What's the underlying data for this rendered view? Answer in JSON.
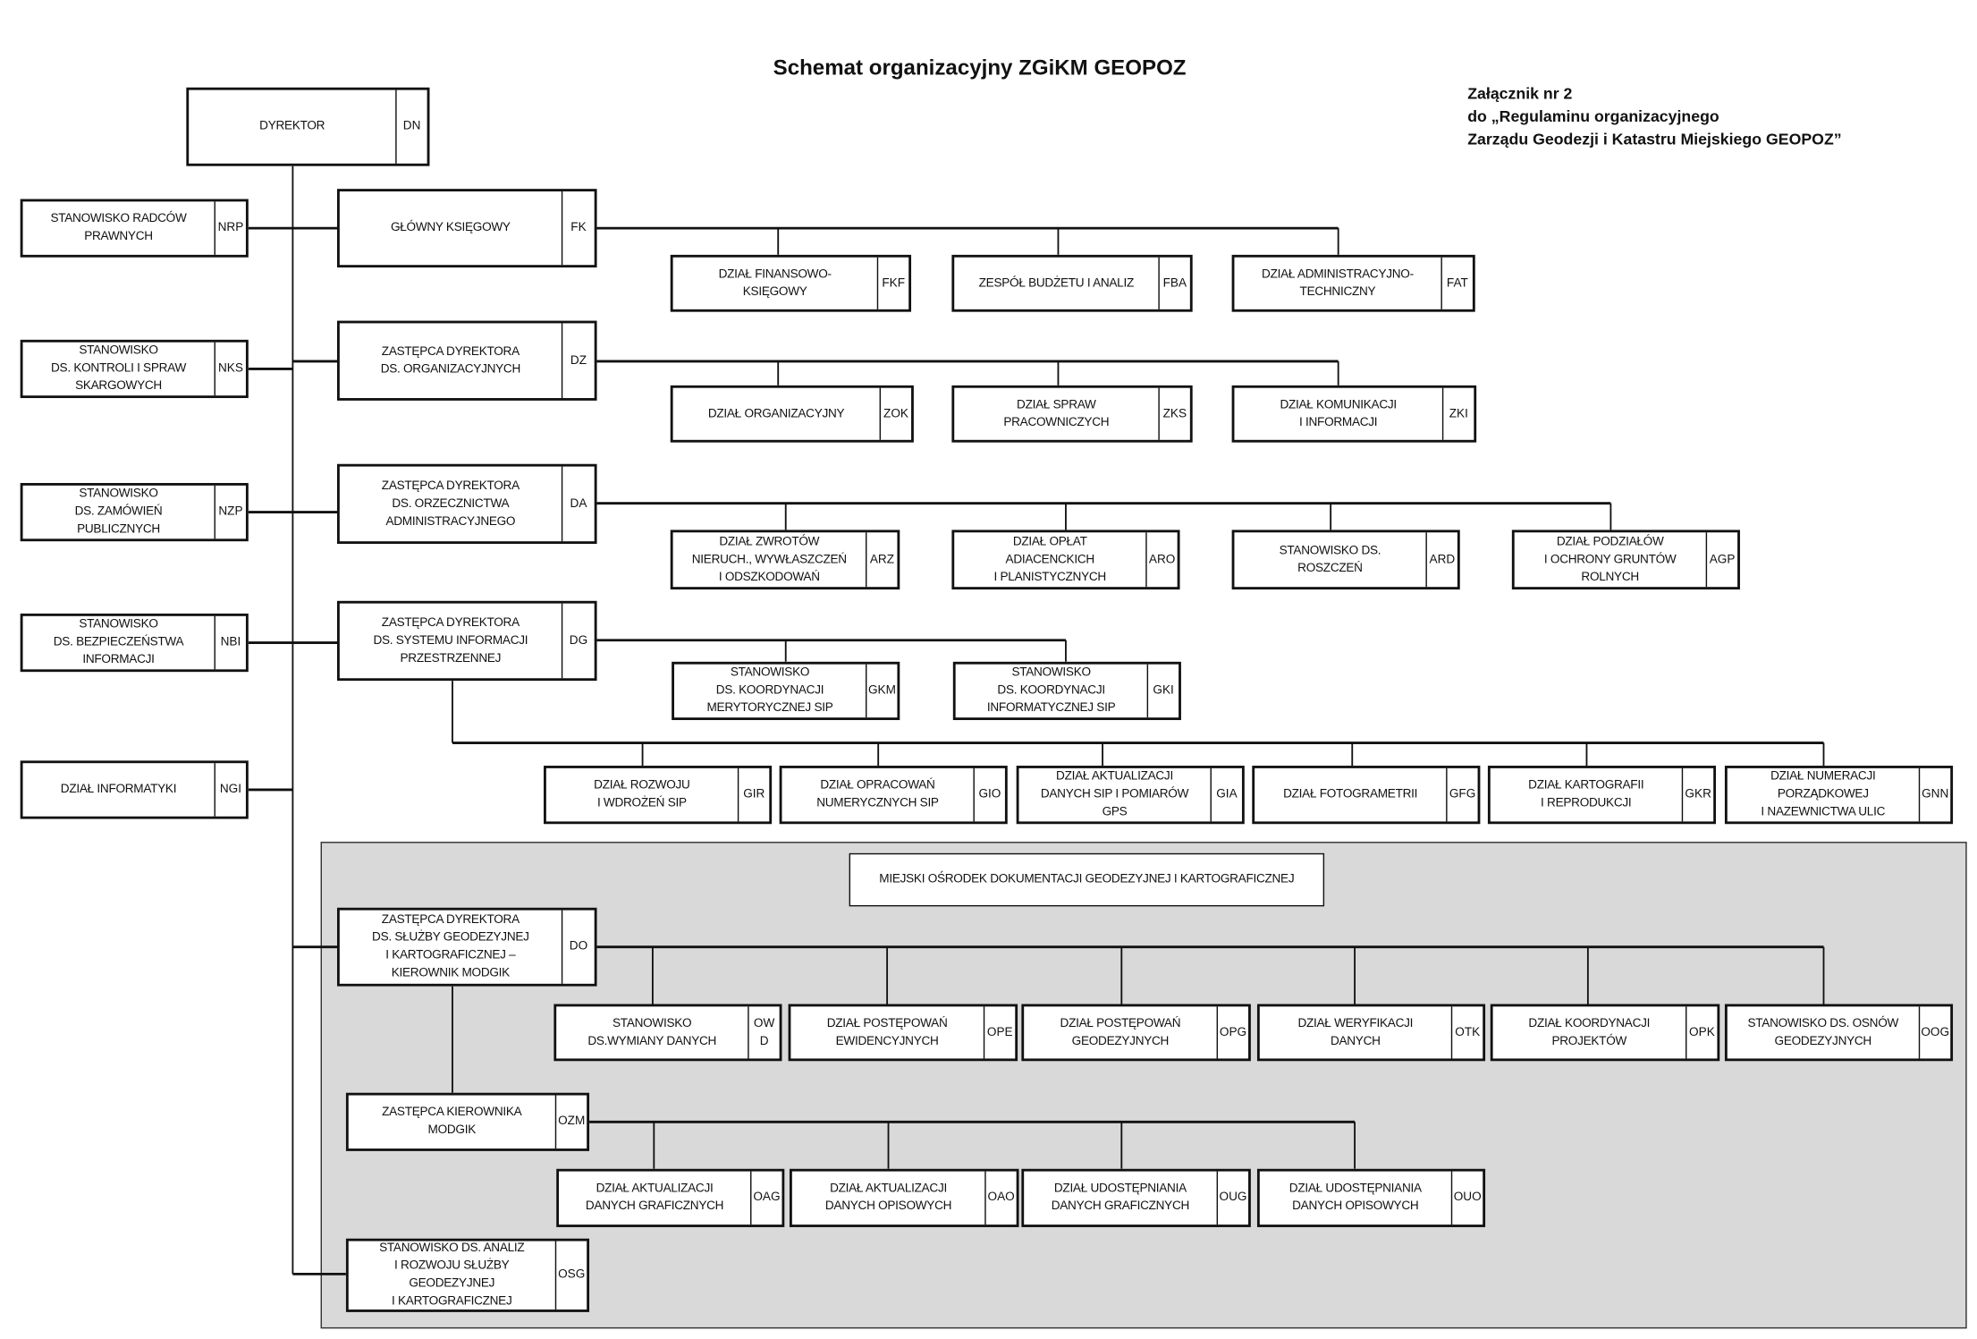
{
  "title": "Schemat organizacyjny ZGiKM GEOPOZ",
  "annex": {
    "line1": "Załącznik nr 2",
    "line2": "do „Regulaminu organizacyjnego",
    "line3": "Zarządu Geodezji i Katastru Miejskiego GEOPOZ”"
  },
  "units": {
    "dn": {
      "name": "DYREKTOR",
      "code": "DN"
    },
    "nrp": {
      "name": "STANOWISKO RADCÓW\nPRAWNYCH",
      "code": "NRP"
    },
    "nks": {
      "name": "STANOWISKO\nDS. KONTROLI I SPRAW\nSKARGOWYCH",
      "code": "NKS"
    },
    "nzp": {
      "name": "STANOWISKO\nDS. ZAMÓWIEŃ\nPUBLICZNYCH",
      "code": "NZP"
    },
    "nbi": {
      "name": "STANOWISKO\nDS. BEZPIECZEŃSTWA\nINFORMACJI",
      "code": "NBI"
    },
    "ngi": {
      "name": "DZIAŁ INFORMATYKI",
      "code": "NGI"
    },
    "fk": {
      "name": "GŁÓWNY KSIĘGOWY",
      "code": "FK"
    },
    "dz": {
      "name": "ZASTĘPCA DYREKTORA\nDS. ORGANIZACYJNYCH",
      "code": "DZ"
    },
    "da": {
      "name": "ZASTĘPCA DYREKTORA\nDS. ORZECZNICTWA\nADMINISTRACYJNEGO",
      "code": "DA"
    },
    "dg": {
      "name": "ZASTĘPCA DYREKTORA\nDS. SYSTEMU INFORMACJI\nPRZESTRZENNEJ",
      "code": "DG"
    },
    "do": {
      "name": "ZASTĘPCA DYREKTORA\nDS. SŁUŻBY GEODEZYJNEJ\nI KARTOGRAFICZNEJ –\nKIEROWNIK MODGIK",
      "code": "DO"
    },
    "ozm": {
      "name": "ZASTĘPCA KIEROWNIKA\nMODGIK",
      "code": "OZM"
    },
    "osg": {
      "name": "STANOWISKO DS. ANALIZ\nI ROZWOJU SŁUŻBY\nGEODEZYJNEJ\nI KARTOGRAFICZNEJ",
      "code": "OSG"
    },
    "fkf": {
      "name": "DZIAŁ FINANSOWO-\nKSIĘGOWY",
      "code": "FKF"
    },
    "fba": {
      "name": "ZESPÓŁ BUDŻETU I ANALIZ",
      "code": "FBA"
    },
    "fat": {
      "name": "DZIAŁ ADMINISTRACYJNO-\nTECHNICZNY",
      "code": "FAT"
    },
    "zok": {
      "name": "DZIAŁ ORGANIZACYJNY",
      "code": "ZOK"
    },
    "zks": {
      "name": "DZIAŁ SPRAW\nPRACOWNICZYCH",
      "code": "ZKS"
    },
    "zki": {
      "name": "DZIAŁ KOMUNIKACJI\nI INFORMACJI",
      "code": "ZKI"
    },
    "arz": {
      "name": "DZIAŁ ZWROTÓW\nNIERUCH., WYWŁASZCZEŃ\nI ODSZKODOWAŃ",
      "code": "ARZ"
    },
    "aro": {
      "name": "DZIAŁ OPŁAT\nADIACENCKICH\nI PLANISTYCZNYCH",
      "code": "ARO"
    },
    "ard": {
      "name": "STANOWISKO DS.\nROSZCZEŃ",
      "code": "ARD"
    },
    "agp": {
      "name": "DZIAŁ PODZIAŁÓW\nI OCHRONY GRUNTÓW\nROLNYCH",
      "code": "AGP"
    },
    "gkm": {
      "name": "STANOWISKO\nDS. KOORDYNACJI\nMERYTORYCZNEJ SIP",
      "code": "GKM"
    },
    "gki": {
      "name": "STANOWISKO\nDS. KOORDYNACJI\nINFORMATYCZNEJ SIP",
      "code": "GKI"
    },
    "gir": {
      "name": "DZIAŁ ROZWOJU\nI WDROŻEŃ SIP",
      "code": "GIR"
    },
    "gio": {
      "name": "DZIAŁ OPRACOWAŃ\nNUMERYCZNYCH SIP",
      "code": "GIO"
    },
    "gia": {
      "name": "DZIAŁ AKTUALIZACJI\nDANYCH SIP I POMIARÓW\nGPS",
      "code": "GIA"
    },
    "gfg": {
      "name": "DZIAŁ FOTOGRAMETRII",
      "code": "GFG"
    },
    "gkr": {
      "name": "DZIAŁ KARTOGRAFII\nI REPRODUKCJI",
      "code": "GKR"
    },
    "gnn": {
      "name": "DZIAŁ NUMERACJI\nPORZĄDKOWEJ\nI NAZEWNICTWA ULIC",
      "code": "GNN"
    },
    "owd": {
      "name": "STANOWISKO\nDS.WYMIANY DANYCH",
      "code": "OW\nD"
    },
    "ope": {
      "name": "DZIAŁ POSTĘPOWAŃ\nEWIDENCYJNYCH",
      "code": "OPE"
    },
    "opg": {
      "name": "DZIAŁ POSTĘPOWAŃ\nGEODEZYJNYCH",
      "code": "OPG"
    },
    "otk": {
      "name": "DZIAŁ WERYFIKACJI\nDANYCH",
      "code": "OTK"
    },
    "opk": {
      "name": "DZIAŁ KOORDYNACJI\nPROJEKTÓW",
      "code": "OPK"
    },
    "oog": {
      "name": "STANOWISKO DS. OSNÓW\nGEODEZYJNYCH",
      "code": "OOG"
    },
    "oag": {
      "name": "DZIAŁ AKTUALIZACJI\nDANYCH GRAFICZNYCH",
      "code": "OAG"
    },
    "oao": {
      "name": "DZIAŁ AKTUALIZACJI\nDANYCH OPISOWYCH",
      "code": "OAO"
    },
    "oug": {
      "name": "DZIAŁ UDOSTĘPNIANIA\nDANYCH GRAFICZNYCH",
      "code": "OUG"
    },
    "ouo": {
      "name": "DZIAŁ UDOSTĘPNIANIA\nDANYCH OPISOWYCH",
      "code": "OUO"
    }
  },
  "modgik": {
    "name": "MIEJSKI OŚRODEK DOKUMENTACJI GEODEZYJNEJ I KARTOGRAFICZNEJ"
  }
}
